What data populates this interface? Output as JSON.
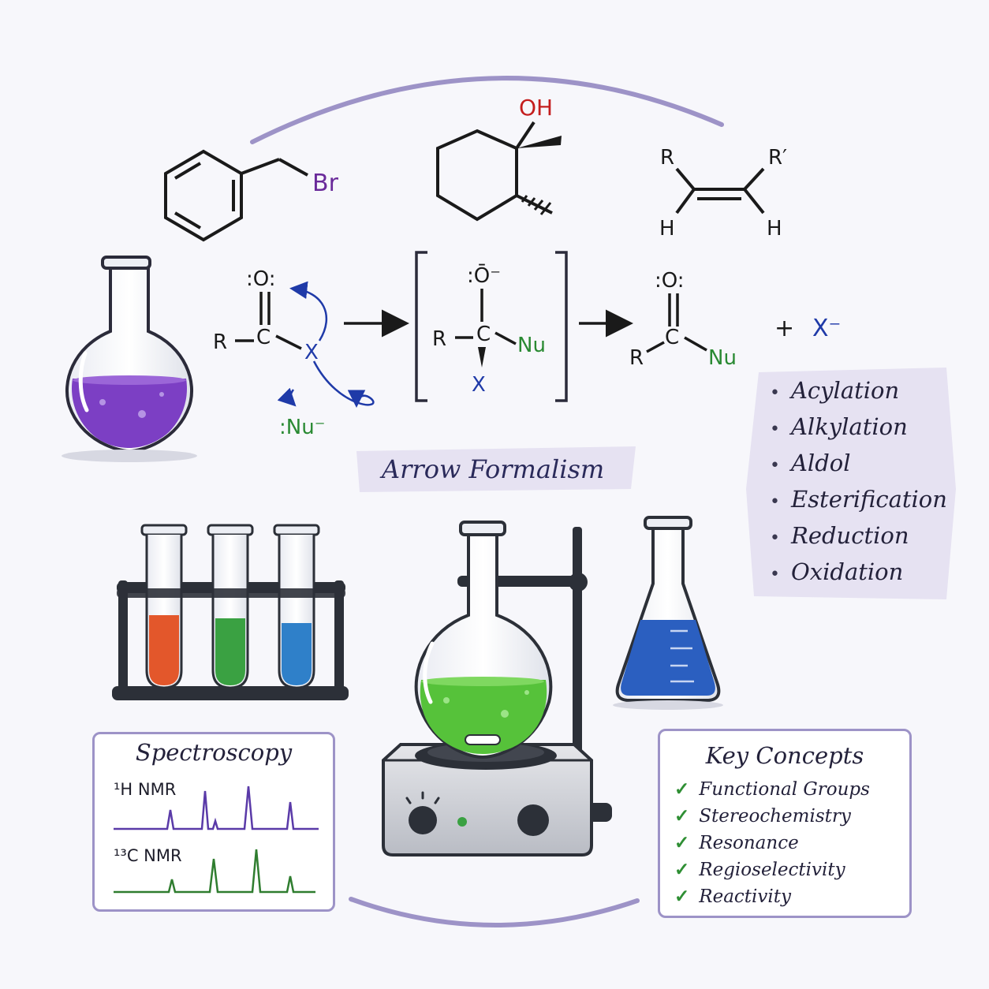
{
  "molecules": {
    "benzyl_bromide": {
      "br": "Br"
    },
    "cyclohexanol": {
      "oh": "OH"
    },
    "alkene": {
      "r1": "R",
      "r2": "R′",
      "h1": "H",
      "h2": "H"
    }
  },
  "mechanism": {
    "reactant": {
      "o": ":O:",
      "r": "R",
      "c": "C",
      "x": "X",
      "nu": ":Nu⁻"
    },
    "intermediate": {
      "o": ":Ō⁻",
      "r": "R",
      "c": "C",
      "nu": "Nu",
      "x": "X"
    },
    "product": {
      "o": ":O:",
      "r": "R",
      "c": "C",
      "nu": "Nu"
    },
    "byproduct": {
      "plus": "+",
      "x": "X⁻"
    },
    "label": "Arrow Formalism"
  },
  "reaction_types": [
    "Acylation",
    "Alkylation",
    "Aldol",
    "Esterification",
    "Reduction",
    "Oxidation"
  ],
  "spectroscopy": {
    "title": "Spectroscopy",
    "h_nmr": "¹H NMR",
    "c_nmr": "¹³C NMR"
  },
  "key_concepts": {
    "title": "Key Concepts",
    "items": [
      "Functional Groups",
      "Stereochemistry",
      "Resonance",
      "Regioselectivity",
      "Reactivity"
    ]
  },
  "colors": {
    "accent_purple": "#9d93c7",
    "flask_purple": "#7c3fc4",
    "tube_orange": "#e3572b",
    "tube_green": "#3aa142",
    "tube_blue": "#2f80c9",
    "reaction_green": "#56c23a",
    "erlenmeyer_blue": "#2b5fc0",
    "nucleophile_green": "#2a8a33",
    "leaving_group_blue": "#1f3aa8",
    "bromine_purple": "#6a2a9a",
    "hydroxyl_red": "#c41e1e",
    "nmr_purple": "#5a3aa8",
    "nmr_green": "#2f7d2f"
  }
}
